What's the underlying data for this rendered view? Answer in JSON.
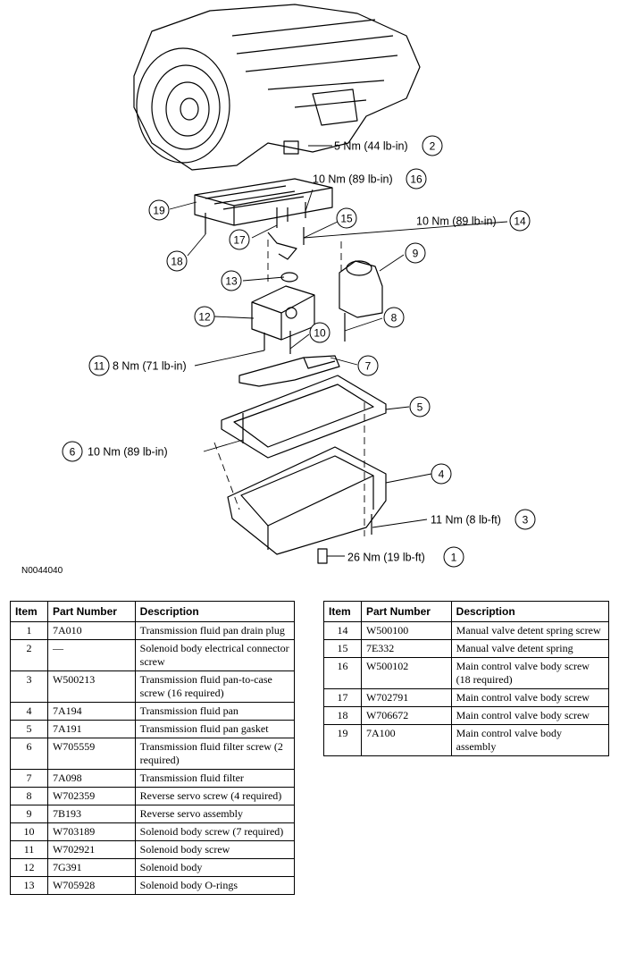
{
  "figure_id": "N0044040",
  "callouts": [
    {
      "num": "2",
      "label": "5 Nm (44 lb-in)"
    },
    {
      "num": "16",
      "label": "10 Nm (89 lb-in)"
    },
    {
      "num": "19",
      "label": ""
    },
    {
      "num": "15",
      "label": ""
    },
    {
      "num": "14",
      "label": "10 Nm (89 lb-in)"
    },
    {
      "num": "17",
      "label": ""
    },
    {
      "num": "18",
      "label": ""
    },
    {
      "num": "9",
      "label": ""
    },
    {
      "num": "13",
      "label": ""
    },
    {
      "num": "12",
      "label": ""
    },
    {
      "num": "8",
      "label": ""
    },
    {
      "num": "10",
      "label": ""
    },
    {
      "num": "11",
      "label": "8 Nm (71 lb-in)"
    },
    {
      "num": "7",
      "label": ""
    },
    {
      "num": "5",
      "label": ""
    },
    {
      "num": "6",
      "label": "10 Nm (89 lb-in)"
    },
    {
      "num": "4",
      "label": ""
    },
    {
      "num": "3",
      "label": "11 Nm (8 lb-ft)"
    },
    {
      "num": "1",
      "label": "26 Nm (19 lb-ft)"
    }
  ],
  "table_headers": {
    "item": "Item",
    "part_number": "Part Number",
    "description": "Description"
  },
  "parts_left": [
    {
      "item": "1",
      "part": "7A010",
      "desc": "Transmission fluid pan drain plug"
    },
    {
      "item": "2",
      "part": "—",
      "desc": "Solenoid body electrical connector screw"
    },
    {
      "item": "3",
      "part": "W500213",
      "desc": "Transmission fluid pan-to-case screw (16 required)"
    },
    {
      "item": "4",
      "part": "7A194",
      "desc": "Transmission fluid pan"
    },
    {
      "item": "5",
      "part": "7A191",
      "desc": "Transmission fluid pan gasket"
    },
    {
      "item": "6",
      "part": "W705559",
      "desc": "Transmission fluid filter screw (2 required)"
    },
    {
      "item": "7",
      "part": "7A098",
      "desc": "Transmission fluid filter"
    },
    {
      "item": "8",
      "part": "W702359",
      "desc": "Reverse servo screw (4 required)"
    },
    {
      "item": "9",
      "part": "7B193",
      "desc": "Reverse servo assembly"
    },
    {
      "item": "10",
      "part": "W703189",
      "desc": "Solenoid body screw (7 required)"
    },
    {
      "item": "11",
      "part": "W702921",
      "desc": "Solenoid body screw"
    },
    {
      "item": "12",
      "part": "7G391",
      "desc": "Solenoid body"
    },
    {
      "item": "13",
      "part": "W705928",
      "desc": "Solenoid body O-rings"
    }
  ],
  "parts_right": [
    {
      "item": "14",
      "part": "W500100",
      "desc": "Manual valve detent spring screw"
    },
    {
      "item": "15",
      "part": "7E332",
      "desc": "Manual valve detent spring"
    },
    {
      "item": "16",
      "part": "W500102",
      "desc": "Main control valve body screw (18 required)"
    },
    {
      "item": "17",
      "part": "W702791",
      "desc": "Main control valve body screw"
    },
    {
      "item": "18",
      "part": "W706672",
      "desc": "Main control valve body screw"
    },
    {
      "item": "19",
      "part": "7A100",
      "desc": "Main control valve body assembly"
    }
  ]
}
